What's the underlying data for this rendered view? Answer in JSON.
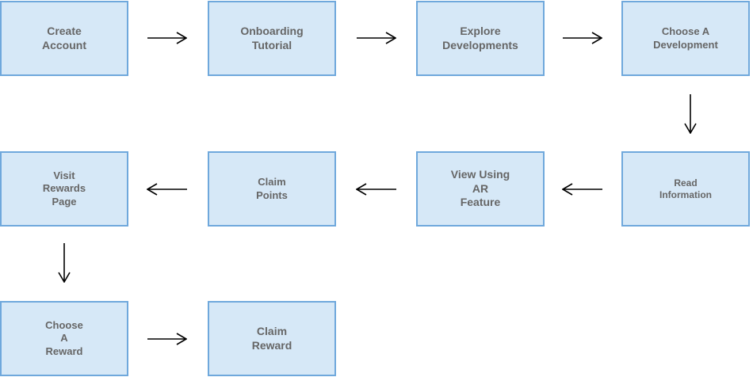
{
  "flow": {
    "steps": [
      {
        "label": "Create\nAccount"
      },
      {
        "label": "Onboarding\nTutorial"
      },
      {
        "label": "Explore\nDevelopments"
      },
      {
        "label": "Choose A\nDevelopment"
      },
      {
        "label": "Read\nInformation"
      },
      {
        "label": "View Using\nAR\nFeature"
      },
      {
        "label": "Claim\nPoints"
      },
      {
        "label": "Visit\nRewards\nPage"
      },
      {
        "label": "Choose\nA\nReward"
      },
      {
        "label": "Claim\nReward"
      }
    ]
  },
  "colors": {
    "box_fill": "#d6e8f7",
    "box_border": "#6fa8dc",
    "text": "#666666",
    "arrow": "#000000"
  }
}
